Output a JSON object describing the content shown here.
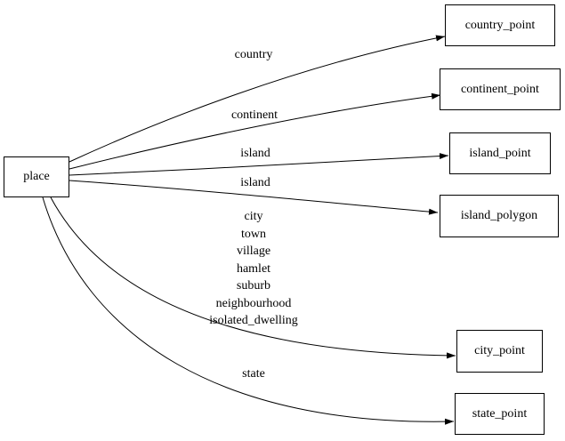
{
  "diagram": {
    "type": "directed-graph",
    "background_color": "#ffffff",
    "stroke_color": "#000000",
    "text_color": "#000000",
    "nodes": [
      {
        "id": "place",
        "label": "place"
      },
      {
        "id": "country_point",
        "label": "country_point"
      },
      {
        "id": "continent_point",
        "label": "continent_point"
      },
      {
        "id": "island_point",
        "label": "island_point"
      },
      {
        "id": "island_polygon",
        "label": "island_polygon"
      },
      {
        "id": "city_point",
        "label": "city_point"
      },
      {
        "id": "state_point",
        "label": "state_point"
      }
    ],
    "edges": [
      {
        "from": "place",
        "to": "country_point",
        "label": "country"
      },
      {
        "from": "place",
        "to": "continent_point",
        "label": "continent"
      },
      {
        "from": "place",
        "to": "island_point",
        "label": "island"
      },
      {
        "from": "place",
        "to": "island_polygon",
        "label": "island"
      },
      {
        "from": "place",
        "to": "city_point",
        "label_lines": [
          "city",
          "town",
          "village",
          "hamlet",
          "suburb",
          "neighbourhood",
          "isolated_dwelling"
        ]
      },
      {
        "from": "place",
        "to": "state_point",
        "label": "state"
      }
    ]
  }
}
